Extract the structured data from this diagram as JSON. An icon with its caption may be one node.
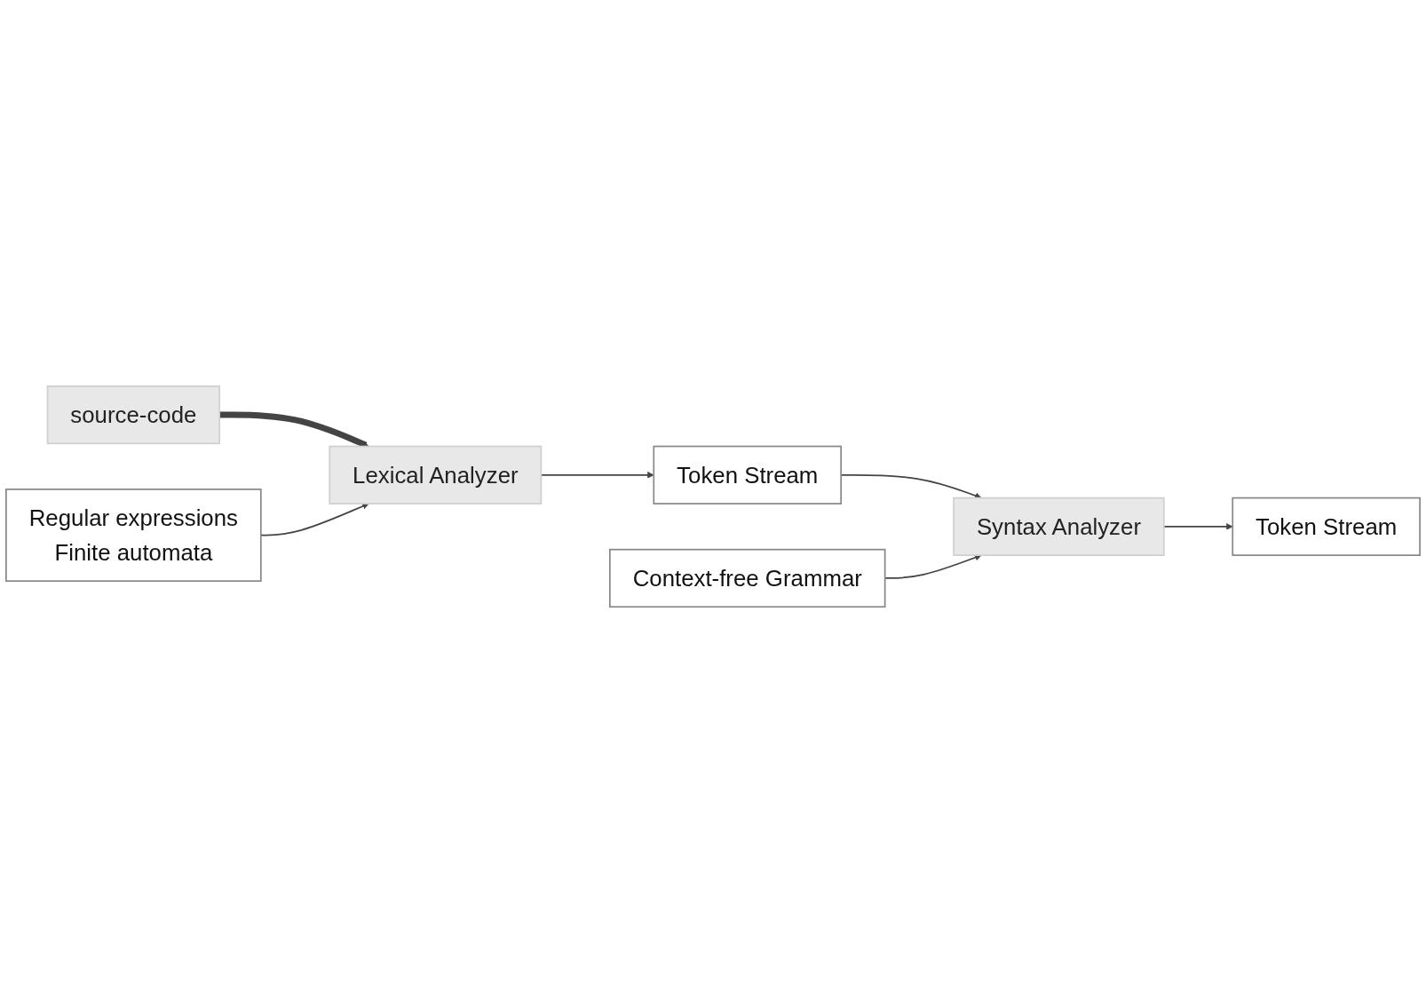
{
  "diagram": {
    "nodes": [
      {
        "text": [
          "source-code"
        ]
      },
      {
        "text": [
          "Lexical Analyzer"
        ]
      },
      {
        "text": [
          "Token Stream"
        ]
      },
      {
        "text": [
          "Syntax Analyzer"
        ]
      },
      {
        "text": [
          "Token Stream"
        ]
      },
      {
        "text": [
          "Regular expressions",
          "Finite automata"
        ]
      },
      {
        "text": [
          "Context-free Grammar"
        ]
      }
    ],
    "edges": [
      {
        "from": 0,
        "to": 1,
        "arrow": "to",
        "style": "thick"
      },
      {
        "from": 5,
        "to": 1,
        "arrow": "to"
      },
      {
        "from": 1,
        "to": 2,
        "arrow": "to"
      },
      {
        "from": 2,
        "to": 3,
        "arrow": "to"
      },
      {
        "from": 6,
        "to": 3,
        "arrow": "to"
      },
      {
        "from": 3,
        "to": 4,
        "arrow": "to"
      }
    ]
  }
}
